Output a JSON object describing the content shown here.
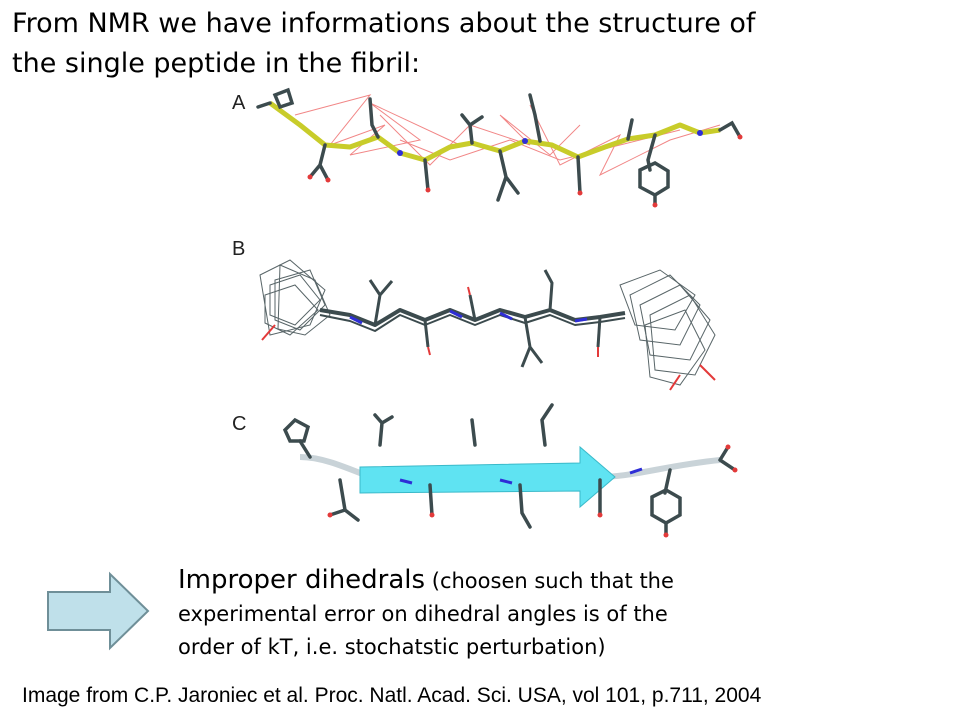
{
  "title": {
    "line1": "From NMR we have informations about the structure of",
    "line2": "the single peptide in the fibril:"
  },
  "figure": {
    "panels": [
      {
        "label": "A"
      },
      {
        "label": "B"
      },
      {
        "label": "C"
      }
    ],
    "colors": {
      "carbon_backbone_A": "#c8cc2a",
      "carbon": "#3c4b4e",
      "nitrogen": "#2e2ed6",
      "oxygen": "#e33a3a",
      "restraint": "#f07a7a",
      "sheet_arrow": "#5fe3f2",
      "coil": "#c9d3d8"
    }
  },
  "arrow_icon": {
    "name": "right-arrow-icon",
    "fill": "#bfe0ea",
    "stroke": "#6f8f98"
  },
  "description": {
    "lead": "Improper dihedrals",
    "line1_rest": " (choosen such that the",
    "line2": "experimental error on dihedral angles is of the",
    "line3": "order of kT, i.e. stochatstic perturbation)"
  },
  "citation": "Image from C.P. Jaroniec et al. Proc. Natl. Acad. Sci. USA, vol 101, p.711, 2004"
}
